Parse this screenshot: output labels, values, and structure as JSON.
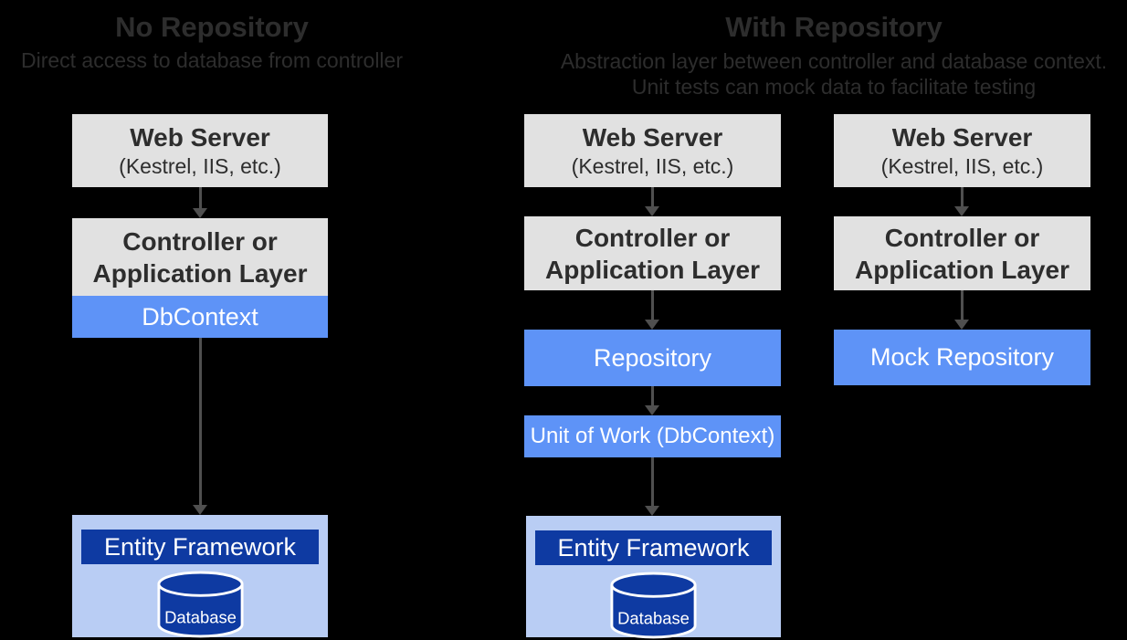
{
  "panels": {
    "left": {
      "title": "No Repository",
      "subtitle": "Direct access to database from controller"
    },
    "right": {
      "title": "With Repository",
      "subtitle_line1": "Abstraction layer between controller and database context.",
      "subtitle_line2": "Unit tests can mock data to facilitate testing"
    }
  },
  "boxes": {
    "web_server_title": "Web Server",
    "web_server_subtitle": "(Kestrel, IIS, etc.)",
    "controller_line1": "Controller or",
    "controller_line2": "Application Layer",
    "dbcontext_label": "DbContext",
    "repository_label": "Repository",
    "unit_of_work_label": "Unit of Work (DbContext)",
    "mock_repository_label": "Mock Repository",
    "entity_framework_label": "Entity Framework",
    "database_label": "Database"
  },
  "colors": {
    "background": "#000000",
    "heading_text": "#2d2d2d",
    "box_gray": "#e1e1e1",
    "box_text": "#2d2d2d",
    "accent_blue": "#5e93f7",
    "container_light_blue": "#b9cdf4",
    "dark_blue": "#0e3aa2",
    "arrow": "#4f4f4f",
    "white_text": "#ffffff"
  }
}
